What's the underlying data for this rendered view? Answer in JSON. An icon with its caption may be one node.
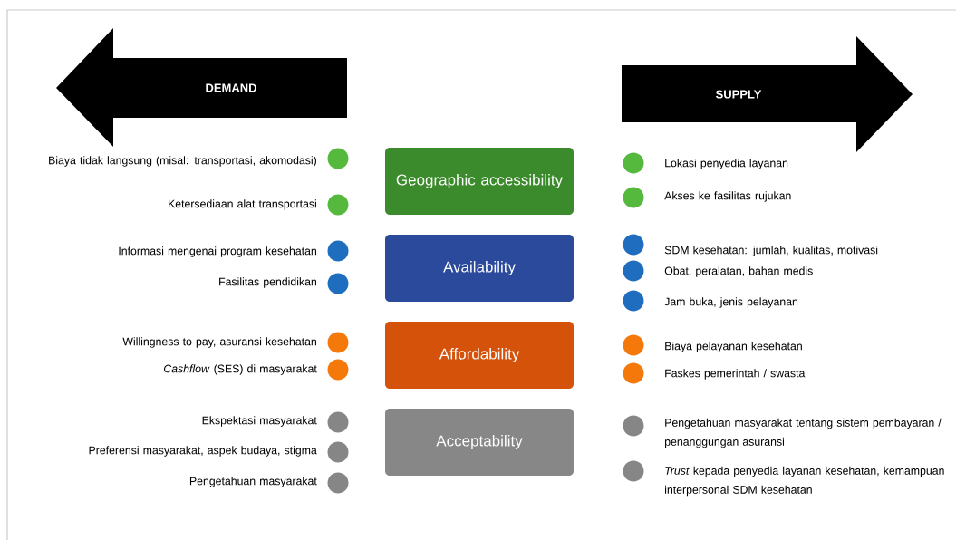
{
  "diagram": {
    "nodes": [
      {
        "text": [
          "DEMAND"
        ]
      },
      {
        "text": [
          "SUPPLY"
        ]
      },
      {
        "text": [
          "Geographic accessibility"
        ]
      },
      {
        "text": [
          "Availability"
        ]
      },
      {
        "text": [
          "Affordability"
        ]
      },
      {
        "text": [
          "Acceptability"
        ]
      }
    ],
    "labels": [
      "Biaya tidak langsung (misal: transportasi, akomodasi)",
      "Ketersediaan alat transportasi",
      "Lokasi penyedia layanan",
      "Akses ke fasilitas rujukan",
      "Informasi mengenai program kesehatan",
      "Fasilitas pendidikan",
      "SDM kesehatan: jumlah, kualitas, motivasi",
      "Obat, peralatan, bahan medis",
      "Jam buka, jenis pelayanan",
      "Willingness to pay, asuransi kesehatan",
      "*Cashflow* (SES) di masyarakat",
      "Biaya pelayanan kesehatan",
      "Faskes pemerintah / swasta",
      "Ekspektasi masyarakat",
      "Preferensi masyarakat, aspek budaya, stigma",
      "Pengetahuan masyarakat",
      "Pengetahuan masyarakat tentang sistem pembayaran / penanggungan asuransi",
      "*Trust* kepada penyedia layanan kesehatan, kemampuan interpersonal SDM kesehatan"
    ]
  }
}
